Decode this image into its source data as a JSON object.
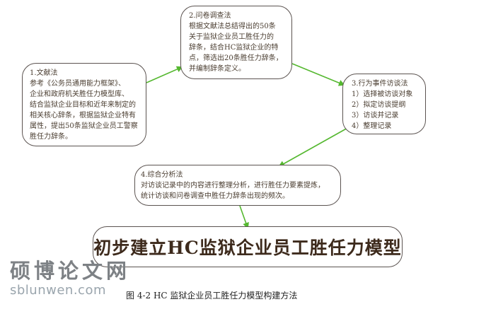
{
  "boxes": {
    "b1": {
      "title": "1.文献法",
      "lines": [
        "参考《公务员通用能力框架》、",
        "企业和政府机关胜任力模型库、",
        "结合监狱企业目标和近年来制定的",
        "相关核心辞条，根据监狱企业特有",
        "属性，提出50条监狱企业员工警察",
        "胜任力辞条。"
      ]
    },
    "b2": {
      "title": "2.问卷调查法",
      "lines": [
        "根据文献法总结得出的50条",
        "关于监狱企业员工胜任力的",
        "辞条，结合HC监狱企业的特",
        "点，筛选出20条胜任力辞条，",
        "并编制辞条定义。"
      ]
    },
    "b3": {
      "title": "3.行为事件访谈法",
      "lines": [
        "1）选择被访谈对象",
        "2）拟定访谈提纲",
        "3）访谈并记录",
        "4）整理记录"
      ]
    },
    "b4": {
      "title": "4.综合分析法",
      "lines": [
        "对访谈记录中的内容进行整理分析，进行胜任力要素提炼，",
        "统计访谈和问卷调查中胜任力辞条出现的频次。"
      ]
    }
  },
  "result": "初步建立HC监狱企业员工胜任力模型",
  "caption": "图 4-2 HC 监狱企业员工胜任力模型构建方法",
  "watermark": {
    "cn": "硕博论文网",
    "en": "sblunwen.com"
  },
  "colors": {
    "arrow": "#55b830",
    "border": "#5b5350"
  }
}
